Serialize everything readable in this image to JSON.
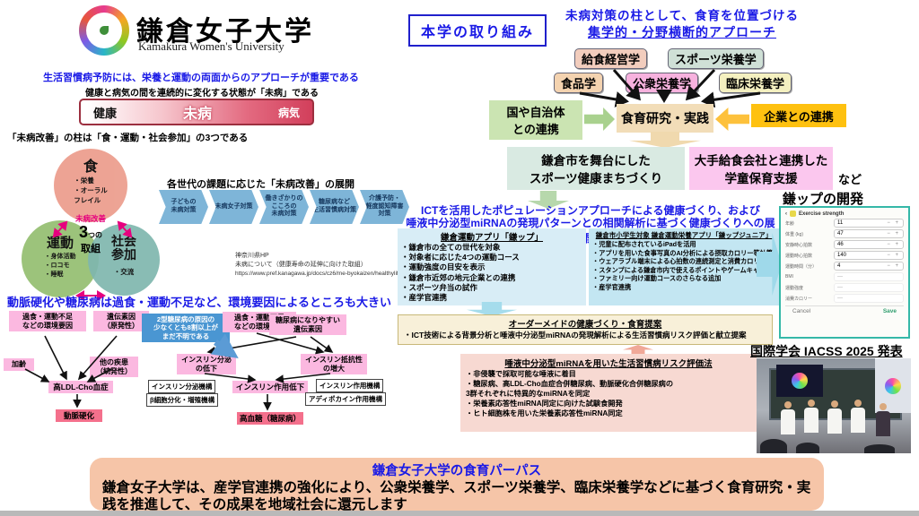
{
  "header": {
    "title": "鎌倉女子大学",
    "subtitle": "Kamakura Women's University"
  },
  "intro": {
    "line1": "生活習慣病予防には、栄養と運動の両面からのアプローチが重要である",
    "line2": "健康と病気の間を連続的に変化する状態が「未病」である"
  },
  "mibyo_bar": {
    "healthy": "健康",
    "mibyo": "未病",
    "sick": "病気"
  },
  "pillars_caption": "「未病改善」の柱は「食・運動・社会参加」の3つである",
  "circles": {
    "food_title": "食",
    "food_items": "・栄養\n・オーラル\n  フレイル",
    "exercise_title": "運動",
    "exercise_items": "・身体活動\n・ロコモ\n・睡眠",
    "social_title": "社会\n参加",
    "social_items": "・交流",
    "center_label": "未病改善",
    "center_big": "3",
    "center_mid": "つの",
    "center_bottom": "取組"
  },
  "generation_flow": {
    "title": "各世代の課題に応じた「未病改善」の展開",
    "chevrons": [
      "子どもの\n未病対策",
      "未病女子対策",
      "働きざかりの\nこころの\n未病対策",
      "糖尿病など\n生活習慣病対策",
      "介護予防・\n軽度認知障害\n対策"
    ]
  },
  "source": {
    "line1": "神奈川県HP",
    "line2": "未病について（健康寿命の延伸に向けた取組）",
    "url": "https://www.pref.kanagawa.jp/docs/cz6/me-byokaizen/healthylifeexpectancy.html"
  },
  "causal": {
    "title": "動脈硬化や糖尿病は過食・運動不足など、環境要因によるところも大きい",
    "env1": "過食・運動不足\nなどの環境要因",
    "gene1": "遺伝素因\n（原発性）",
    "age": "加齢",
    "other": "他の疾患\n（続発性）",
    "ldl": "高LDL-Cho血症",
    "arteriosclerosis": "動脈硬化",
    "unknown": "2型糖尿病の原因の\n少なくとも8割以上が\nまだ不明である",
    "env2": "過食・運動不足\nなどの環境要因",
    "gene2": "糖尿病になりやすい\n遺伝素因",
    "secretion": "インスリン分泌\nの低下",
    "resistance": "インスリン抵抗性\nの増大",
    "mech_secretion": "インスリン分泌機構",
    "mech_beta": "β細胞分化・増殖機構",
    "action_low": "インスリン作用低下",
    "mech_action": "インスリン作用機構",
    "mech_adipo": "アディポカイン作用機構",
    "hyperglycemia": "高血糖（糖尿病）"
  },
  "initiatives": {
    "badge": "本学の取り組み",
    "approach1": "未病対策の柱として、食育を位置づける",
    "approach2": "集学的・分野横断的アプローチ",
    "disciplines": [
      "給食経営学",
      "スポーツ栄養学",
      "食品学",
      "公衆栄養学",
      "臨床栄養学"
    ],
    "gov": "国や自治体\nとの連携",
    "practice": "食育研究・実践",
    "corp": "企業との連携",
    "city_project": "鎌倉市を舞台にした\nスポーツ健康まちづくり",
    "catering_project": "大手給食会社と連携した\n学童保育支援",
    "etc": "など"
  },
  "ict": {
    "heading1": "ICTを活用したポピュレーションアプローチによる健康づくり、および",
    "heading2": "唾液中分泌型miRNAの発現パターンとの相関解析に基づく健康づくりへの展開",
    "app1_title": "鎌倉運動アプリ「鎌ップ」",
    "app1_bullets": [
      "・鎌倉市の全ての世代を対象",
      "・対象者に応じた4つの運動コース",
      "・運動強度の目安を表示",
      "・鎌倉市近郊の地元企業との連携",
      "・スポーツ弁当の試作",
      "・産学官連携"
    ],
    "app2_title": "鎌倉市小学生対象 鎌倉運動栄養アプリ「鎌ップジュニア」",
    "app2_bullets": [
      "・児童に配布されているiPadを活用",
      "・アプリを用いた食事写真のAI分析による摂取カロリー等計算",
      "・ウェアラブル端末による心拍数の連続測定と消費カロリー計算",
      "・スタンプによる鎌倉市内で使えるポイントやゲームキャラ獲得",
      "・ファミリー向け運動コースのさらなる追加",
      "・産学官連携"
    ]
  },
  "ordermade": {
    "title": "オーダーメイドの健康づくり・食育提案",
    "bullet": "・ICT技術による背景分析と唾液中分泌型miRNAの発現解析による生活習慣病リスク評価と献立提案"
  },
  "mirna": {
    "title": "唾液中分泌型miRNAを用いた生活習慣病リスク評価法",
    "bullets": [
      "・非侵襲で採取可能な唾液に着目",
      "・糖尿病、高LDL-Cho血症合併糖尿病、動脈硬化合併糖尿病の\n  3群それぞれに特異的なmiRNAを同定",
      "・栄養素応答性miRNA同定に向けた試験食開発",
      "・ヒト細胞株を用いた栄養素応答性miRNA同定"
    ]
  },
  "app_dev": {
    "title": "鎌ップの開発",
    "screen_title": "Exercise strength",
    "fields": [
      {
        "label": "年齢",
        "value": "11"
      },
      {
        "label": "体重 (kg)",
        "value": "47"
      },
      {
        "label": "安静時心拍数",
        "value": "46"
      },
      {
        "label": "運動時心拍数",
        "value": "140"
      },
      {
        "label": "運動時間（分）",
        "value": "4"
      }
    ],
    "readonly_fields": [
      {
        "label": "BMI",
        "value": "—"
      },
      {
        "label": "運動強度",
        "value": "—"
      },
      {
        "label": "消費カロリー",
        "value": "—"
      }
    ],
    "cancel": "Cancel",
    "save": "Save"
  },
  "conference": {
    "title": "国際学会 IACSS 2025 発表"
  },
  "purpose": {
    "title": "鎌倉女子大学の食育パーパス",
    "body": "鎌倉女子大学は、産学官連携の強化により、公衆栄養学、スポーツ栄養学、臨床栄養学などに基づく食育研究・実践を推進して、その成果を地域社会に還元します"
  },
  "colors": {
    "accent_blue": "#1a1ae6",
    "mibyo_red": "#d94560",
    "pink_box": "#fbb8e0",
    "result_red": "#f4708c",
    "chevron_blue": "#7eb5d8",
    "panel_cyan": "#d8edf6",
    "banner_peach": "#f6c5a8"
  }
}
